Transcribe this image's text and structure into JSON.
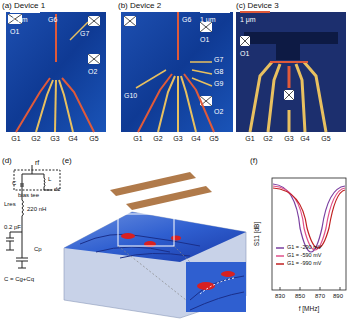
{
  "diagram": {
    "labels": [
      "(a) Device 1",
      "1 μm",
      "G6",
      "G7",
      "O1",
      "O2",
      "G1",
      "G2",
      "G3",
      "G4",
      "G5",
      "(b) Device 2",
      "1 μm",
      "G6",
      "G10",
      "G7",
      "G8",
      "G9",
      "O1",
      "O2",
      "G1",
      "G2",
      "G3",
      "G4",
      "G5",
      "(c) Device 3",
      "1 μm",
      "O1",
      "G1",
      "G2",
      "G3",
      "G4",
      "G5",
      "(d)",
      "rf",
      "bias tee",
      "dc",
      "C",
      "L",
      "Lres",
      "220 nH",
      "0.2 pF",
      "Cp",
      "C = Cg+Cq",
      "(e)",
      "(f)",
      "S11 [dB]",
      "f [MHz]",
      "830",
      "850",
      "870",
      "890"
    ],
    "legend": [
      {
        "text": "G1 = -290 mV"
      },
      {
        "text": "G1 = -590 mV"
      },
      {
        "text": "G1 = -990 mV"
      }
    ]
  }
}
